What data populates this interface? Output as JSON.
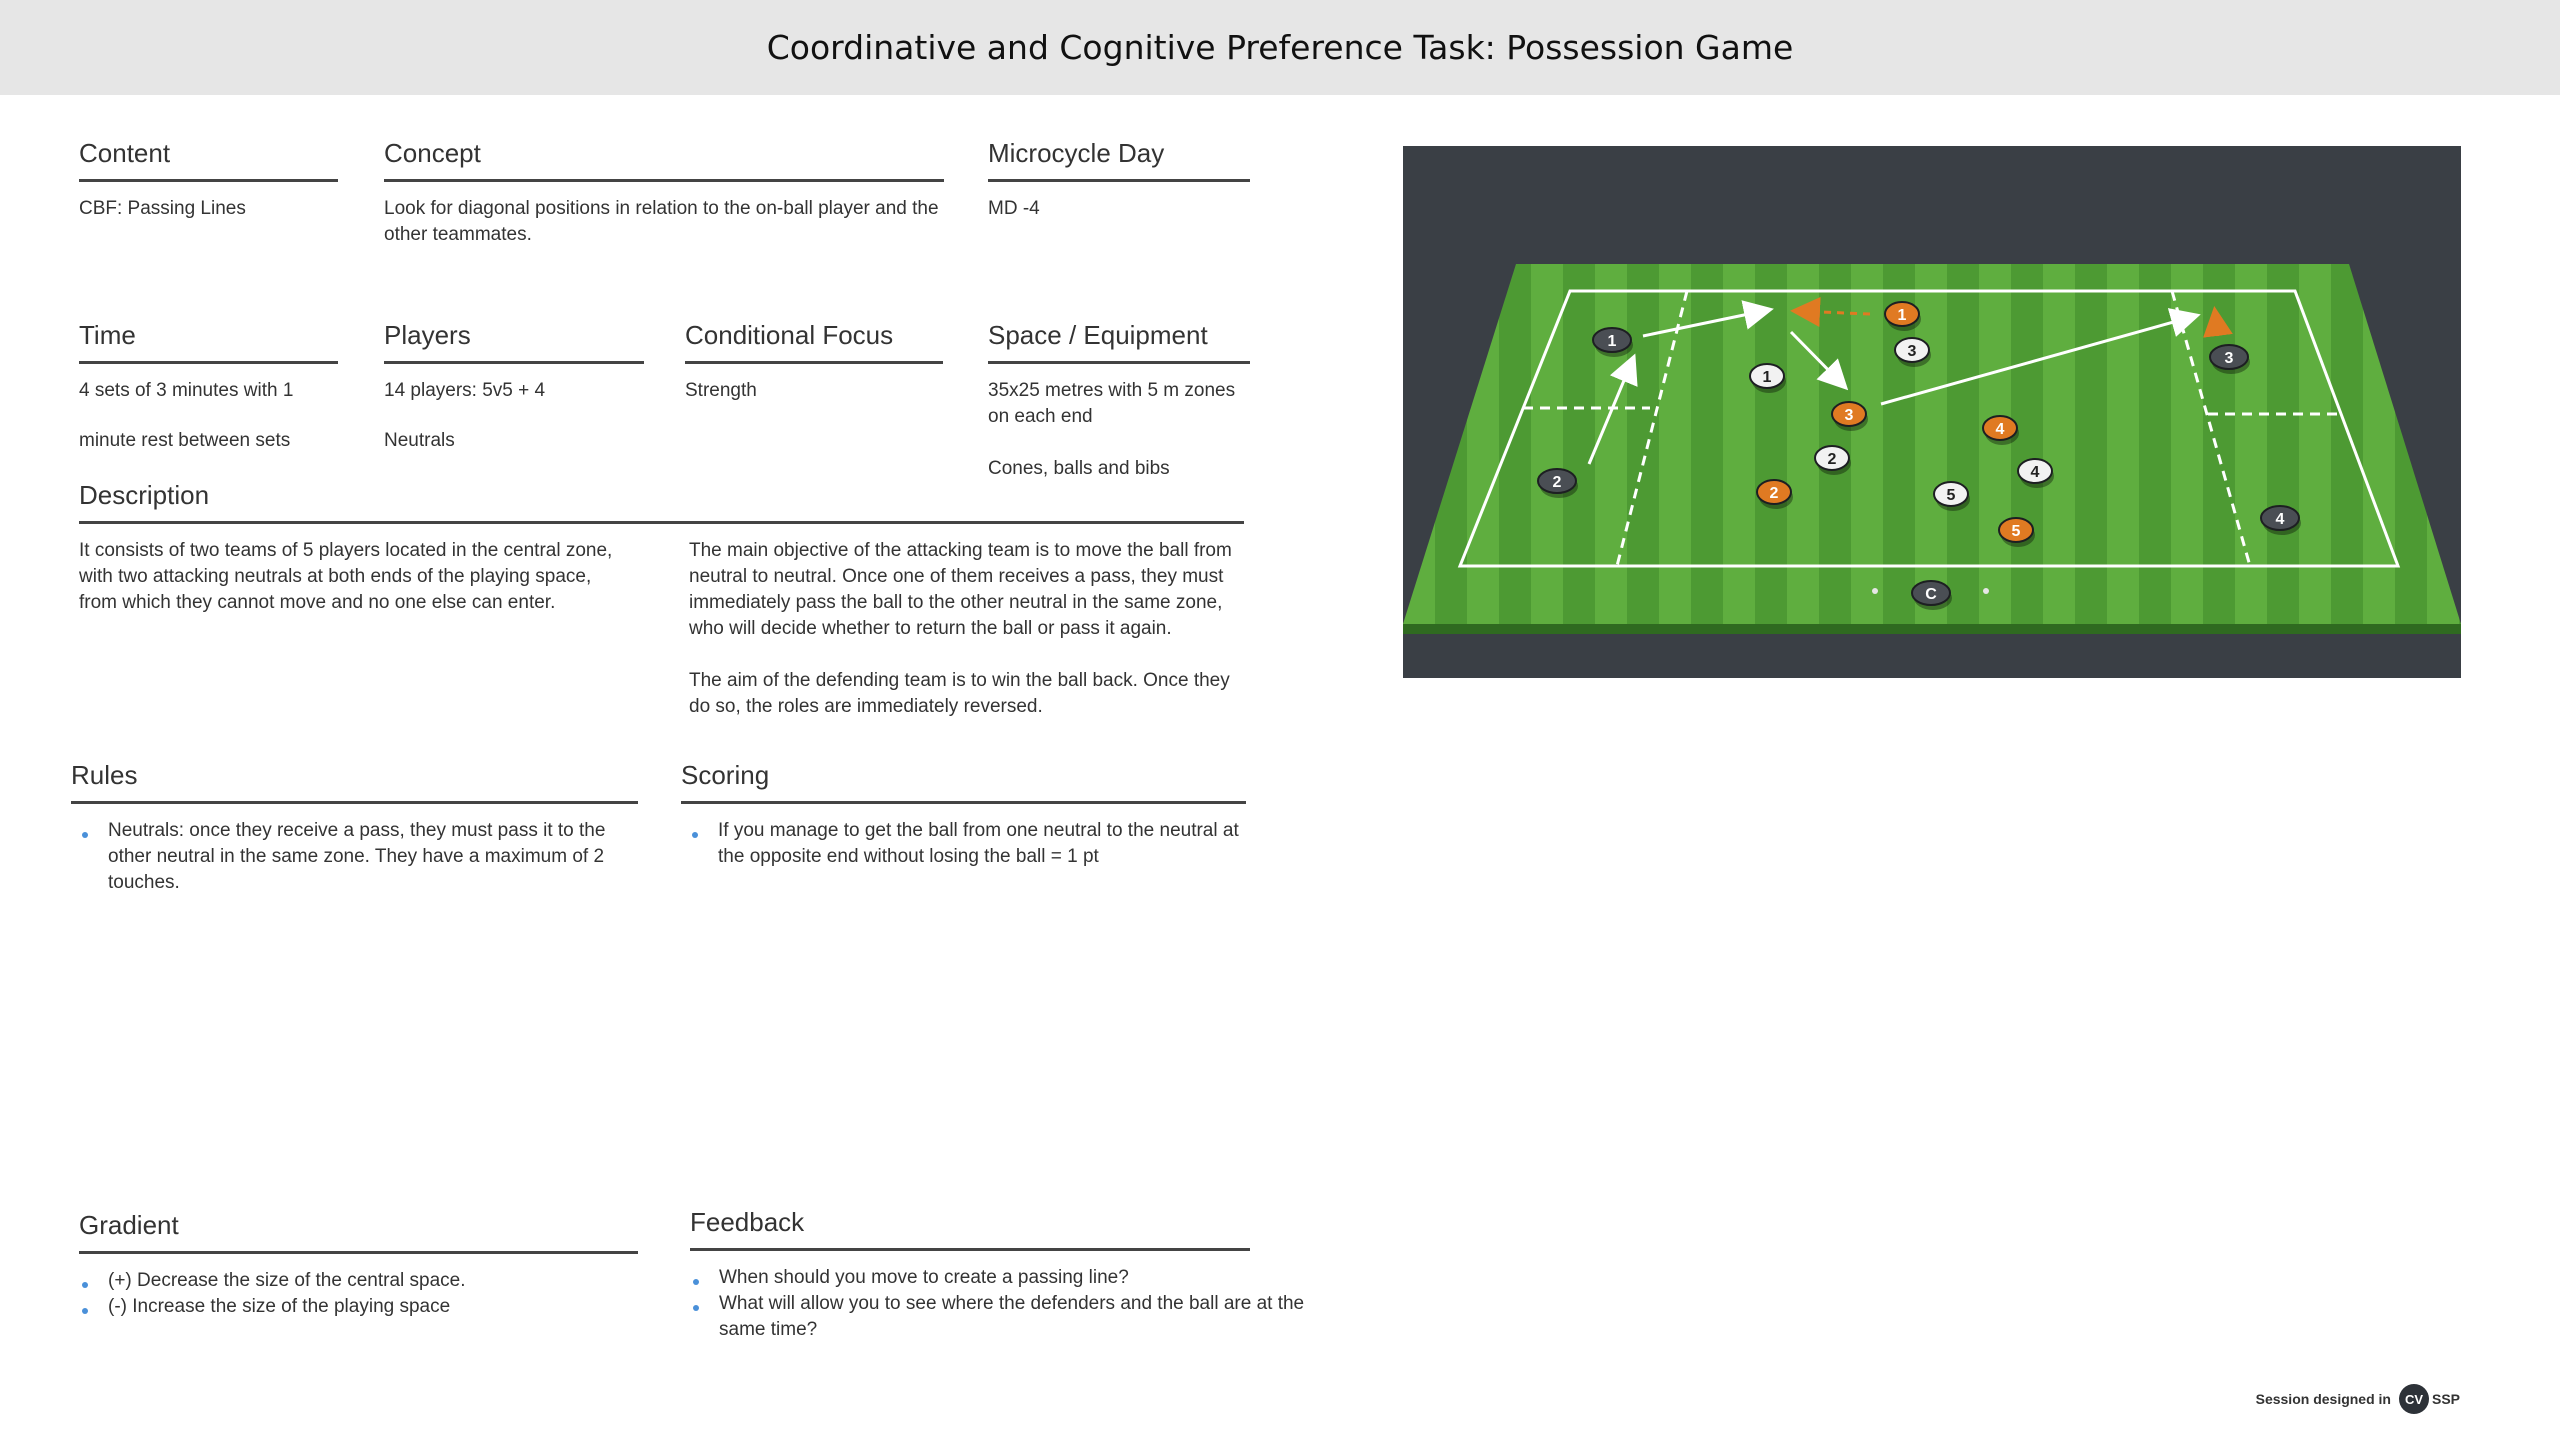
{
  "title": "Coordinative and Cognitive Preference Task: Possession Game",
  "content": {
    "heading": "Content",
    "text": "CBF: Passing Lines"
  },
  "concept": {
    "heading": "Concept",
    "text": "Look for diagonal positions in relation to the on-ball player and the other teammates."
  },
  "microcycle": {
    "heading": "Microcycle Day",
    "text": "MD -4"
  },
  "time": {
    "heading": "Time",
    "line1": "4 sets of 3 minutes with 1",
    "line2": "minute rest between sets"
  },
  "players": {
    "heading": "Players",
    "line1": "14 players: 5v5 + 4",
    "line2": "Neutrals"
  },
  "conditional_focus": {
    "heading": "Conditional Focus",
    "text": "Strength"
  },
  "space_equipment": {
    "heading": "Space / Equipment",
    "line1": "35x25 metres with 5 m zones on each end",
    "line2": "Cones, balls and bibs"
  },
  "description": {
    "heading": "Description",
    "left": "It consists of two teams of 5 players located in the central zone, with two attacking neutrals at both ends of the playing space, from which they cannot move and no one else can enter.",
    "right_p1": "The main objective of the attacking team is to move the ball from neutral to neutral. Once one of them receives a pass, they must immediately pass the ball to the other neutral in the same zone, who will decide whether to return the ball or pass it again.",
    "right_p2": "The aim of the defending team is to win the ball back. Once they do so, the roles are immediately reversed."
  },
  "rules": {
    "heading": "Rules",
    "items": [
      "Neutrals: once they receive a pass, they must pass it to the other neutral in the same zone. They have a maximum of 2 touches."
    ]
  },
  "scoring": {
    "heading": "Scoring",
    "items": [
      "If you manage to get the ball from one neutral to the neutral at the opposite end without losing the ball = 1 pt"
    ]
  },
  "gradient": {
    "heading": "Gradient",
    "items": [
      "(+) Decrease the size of the central space.",
      "(-) Increase the size of the playing space"
    ]
  },
  "feedback": {
    "heading": "Feedback",
    "items": [
      "When should you move to create a passing line?",
      "What will allow you to see where the defenders and the ball are at the same time?"
    ]
  },
  "diagram": {
    "colors": {
      "background": "#3a3f45",
      "pitch_light": "#5fae3f",
      "pitch_dark": "#4d9a33",
      "white_team": "#f2f2f2",
      "orange_team": "#e07a22",
      "neutrals": "#4a4e54"
    },
    "players": [
      {
        "team": "neutral",
        "label": "1"
      },
      {
        "team": "neutral",
        "label": "2"
      },
      {
        "team": "neutral",
        "label": "3"
      },
      {
        "team": "neutral",
        "label": "4"
      },
      {
        "team": "white",
        "label": "1"
      },
      {
        "team": "white",
        "label": "2"
      },
      {
        "team": "white",
        "label": "3"
      },
      {
        "team": "white",
        "label": "4"
      },
      {
        "team": "white",
        "label": "5"
      },
      {
        "team": "orange",
        "label": "1"
      },
      {
        "team": "orange",
        "label": "2"
      },
      {
        "team": "orange",
        "label": "3"
      },
      {
        "team": "orange",
        "label": "4"
      },
      {
        "team": "orange",
        "label": "5"
      },
      {
        "team": "coach",
        "label": "C"
      }
    ]
  },
  "credit": {
    "text": "Session designed in",
    "brand": "SSP",
    "logo_letters": "CV"
  }
}
